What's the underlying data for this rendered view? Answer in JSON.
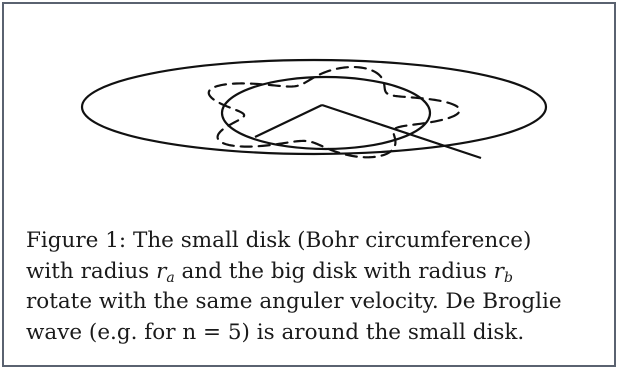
{
  "figure": {
    "caption_lines": [
      {
        "pre": "Figure 1: The small disk (Bohr circumference)",
        "var": "",
        "sub": "",
        "post": ""
      },
      {
        "pre": "with radius ",
        "var": "r",
        "sub": "a",
        "post": " and the big disk with radius "
      },
      {
        "pre": "rotate with the same anguler velocity. De Broglie",
        "var": "",
        "sub": "",
        "post": ""
      },
      {
        "pre": "wave (e.g. for n = 5) is around the small disk.",
        "var": "",
        "sub": "",
        "post": ""
      }
    ],
    "line2_tail": {
      "var": "r",
      "sub": "b"
    }
  },
  "wave": {
    "lobes": 5
  }
}
